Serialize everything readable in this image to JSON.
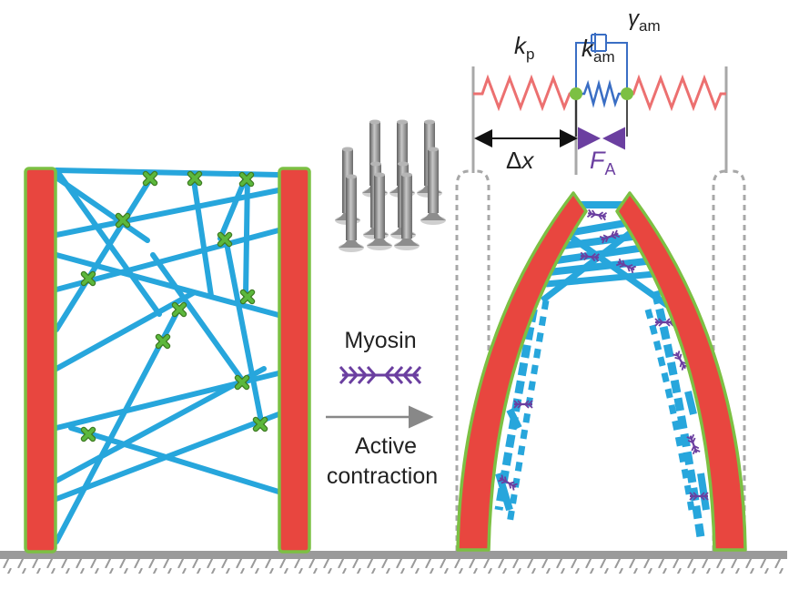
{
  "labels": {
    "kp_main": "k",
    "kp_sub": "p",
    "kam_main": "k",
    "kam_sub": "am",
    "gamma_main": "γ",
    "gamma_sub": "am",
    "dx_delta": "Δ",
    "dx_x": "x",
    "fa_main": "F",
    "fa_sub": "A",
    "myosin": "Myosin",
    "active_line1": "Active",
    "active_line2": "contraction"
  },
  "colors": {
    "post_fill": "#e8463f",
    "post_outline": "#7cc043",
    "filament": "#27a6dc",
    "crosslinker": "#5cb83c",
    "myosin": "#6b3fa0",
    "spring_pillar": "#ec7070",
    "spring_actomyosin": "#3a6ec4",
    "ground": "#9a9a9a",
    "node": "#7cc043",
    "arrow_gray": "#888888"
  },
  "icons": [
    "crosslinker-x-icon",
    "myosin-motor-icon",
    "micropillar-array-icon"
  ]
}
